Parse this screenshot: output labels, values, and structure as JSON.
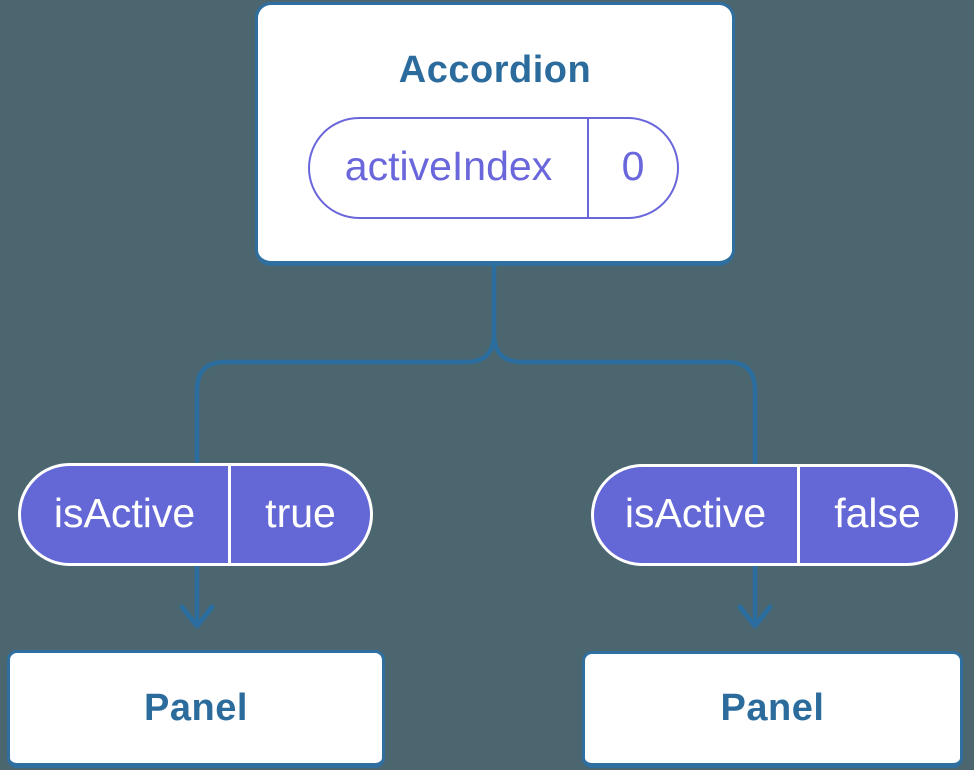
{
  "colors": {
    "background": "#4C6670",
    "connector": "#2A6D9E",
    "node_border": "#2E6F9F",
    "node_text": "#2B6C9D",
    "node_bg": "#FFFFFF",
    "prop_purple": "#6368D6",
    "prop_purple_text": "#6A66DB",
    "pill_text": "#FFFFFF"
  },
  "tree": {
    "root": {
      "label": "Accordion",
      "prop": {
        "name": "activeIndex",
        "value": "0"
      }
    },
    "children": [
      {
        "label": "Panel",
        "prop": {
          "name": "isActive",
          "value": "true"
        }
      },
      {
        "label": "Panel",
        "prop": {
          "name": "isActive",
          "value": "false"
        }
      }
    ]
  }
}
